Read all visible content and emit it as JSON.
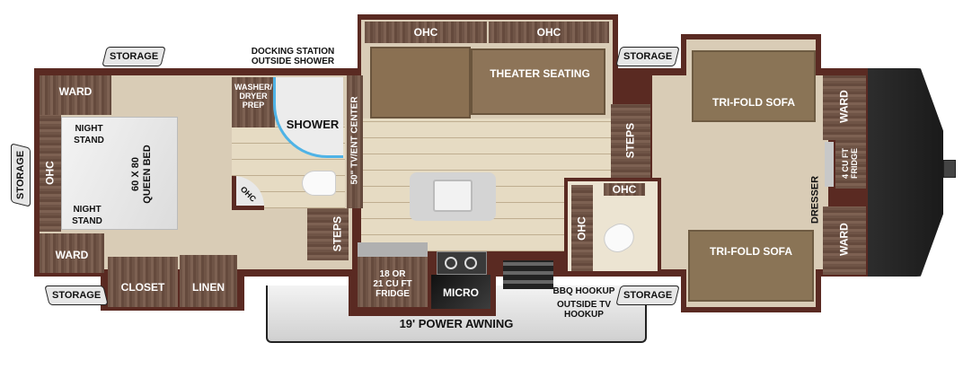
{
  "floorplan": {
    "bedroom": {
      "ward_top": "WARD",
      "ward_bottom": "WARD",
      "ohc": "OHC",
      "night_stand_top": "NIGHT\nSTAND",
      "night_stand_bottom": "NIGHT\nSTAND",
      "bed": "60 X 80\nQUEEN BED",
      "closet": "CLOSET",
      "linen": "LINEN"
    },
    "bath_rear": {
      "washer_dryer": "WASHER/\nDRYER\nPREP",
      "shower": "SHOWER",
      "ohc": "OHC",
      "steps": "STEPS"
    },
    "exterior_notes": {
      "docking_station": "DOCKING STATION\nOUTSIDE SHOWER",
      "bbq_hookup": "BBQ HOOKUP",
      "outside_tv": "OUTSIDE TV\nHOOKUP",
      "awning": "19' POWER AWNING"
    },
    "living": {
      "tv_center": "50\" TV/ENT CENTER",
      "ohc_left": "OHC",
      "ohc_right": "OHC",
      "theater_seating": "THEATER SEATING",
      "fridge": "18 OR\n21 CU FT\nFRIDGE",
      "micro": "MICRO"
    },
    "half_bath": {
      "steps": "STEPS",
      "ohc_top": "OHC",
      "ohc_side": "OHC"
    },
    "front": {
      "sofa_top": "TRI-FOLD SOFA",
      "sofa_bottom": "TRI-FOLD SOFA",
      "ward_top": "WARD",
      "ward_bottom": "WARD",
      "fridge": "4 CU FT\nFRIDGE",
      "dresser": "DRESSER"
    },
    "storage": {
      "top_left": "STORAGE",
      "left": "STORAGE",
      "bottom_left": "STORAGE",
      "top_right": "STORAGE",
      "bottom_right": "STORAGE"
    },
    "colors": {
      "wall": "#5a2a22",
      "floor": "#d9ccb6",
      "cabinet": "#6f5446",
      "cap": "#2a2a2a"
    }
  }
}
